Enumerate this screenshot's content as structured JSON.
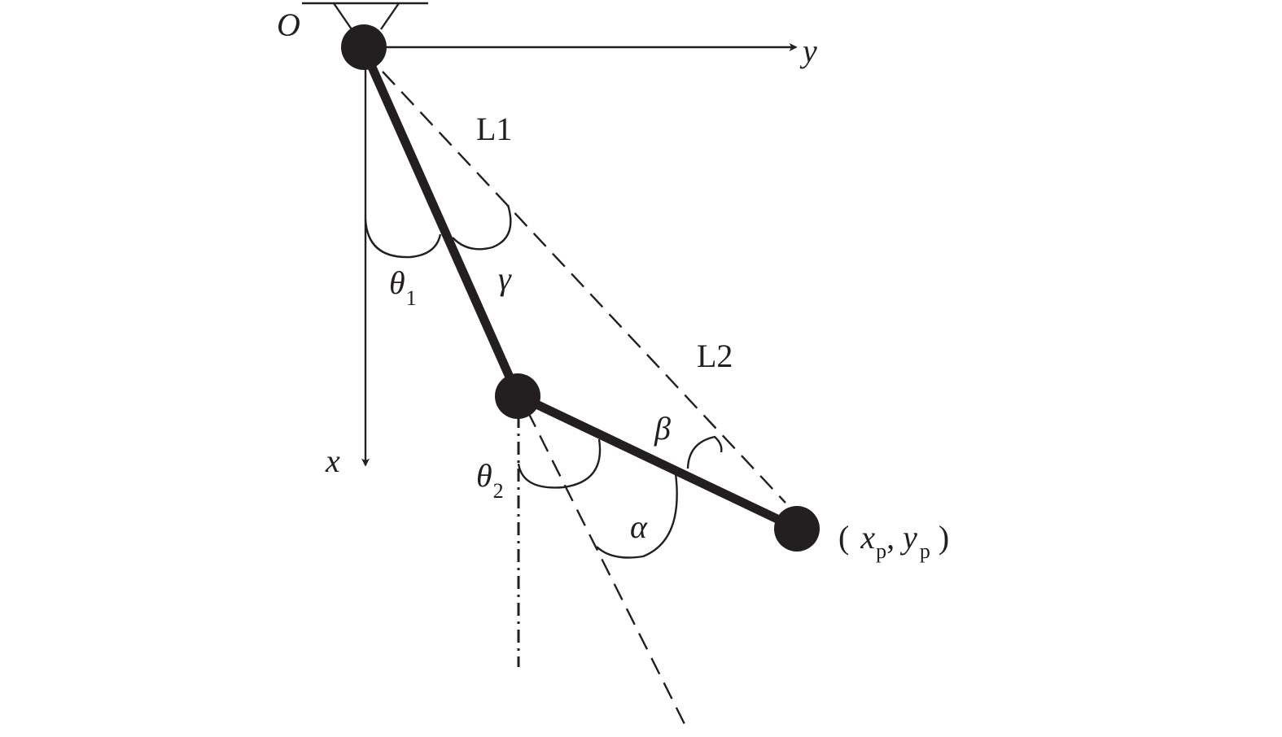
{
  "labels": {
    "origin": "O",
    "axis_y": "y",
    "axis_x": "x",
    "link1": "L1",
    "link2": "L2",
    "theta": "θ",
    "theta1_sub": "1",
    "theta2_sub": "2",
    "gamma": "γ",
    "beta": "β",
    "alpha": "α",
    "end_open": "(",
    "end_x": "x",
    "end_x_sub": "p",
    "end_comma": ",",
    "end_y": "y",
    "end_y_sub": "p",
    "end_close": ")"
  },
  "colors": {
    "ink": "#231f20",
    "background": "#ffffff"
  }
}
